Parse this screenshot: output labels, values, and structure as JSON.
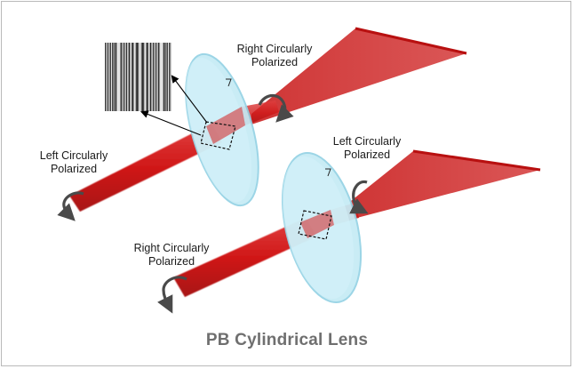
{
  "labels": {
    "top_output": {
      "line1": "Right Circularly",
      "line2": "Polarized"
    },
    "top_input": {
      "line1": "Left Circularly",
      "line2": "Polarized"
    },
    "bottom_output": {
      "line1": "Left Circularly",
      "line2": "Polarized"
    },
    "bottom_input": {
      "line1": "Right Circularly",
      "line2": "Polarized"
    }
  },
  "title": "PB Cylindrical Lens",
  "colors": {
    "beam": "#d42020",
    "beam_dark": "#a81616",
    "lens_fill": "#c8ecf5",
    "lens_edge": "#8fcfe3",
    "arrow": "#4a4a4a",
    "title": "#6f6f6f"
  },
  "icons": {
    "rotation": "curved-rotation-arrow-icon",
    "pattern": "grating-pattern-icon"
  }
}
